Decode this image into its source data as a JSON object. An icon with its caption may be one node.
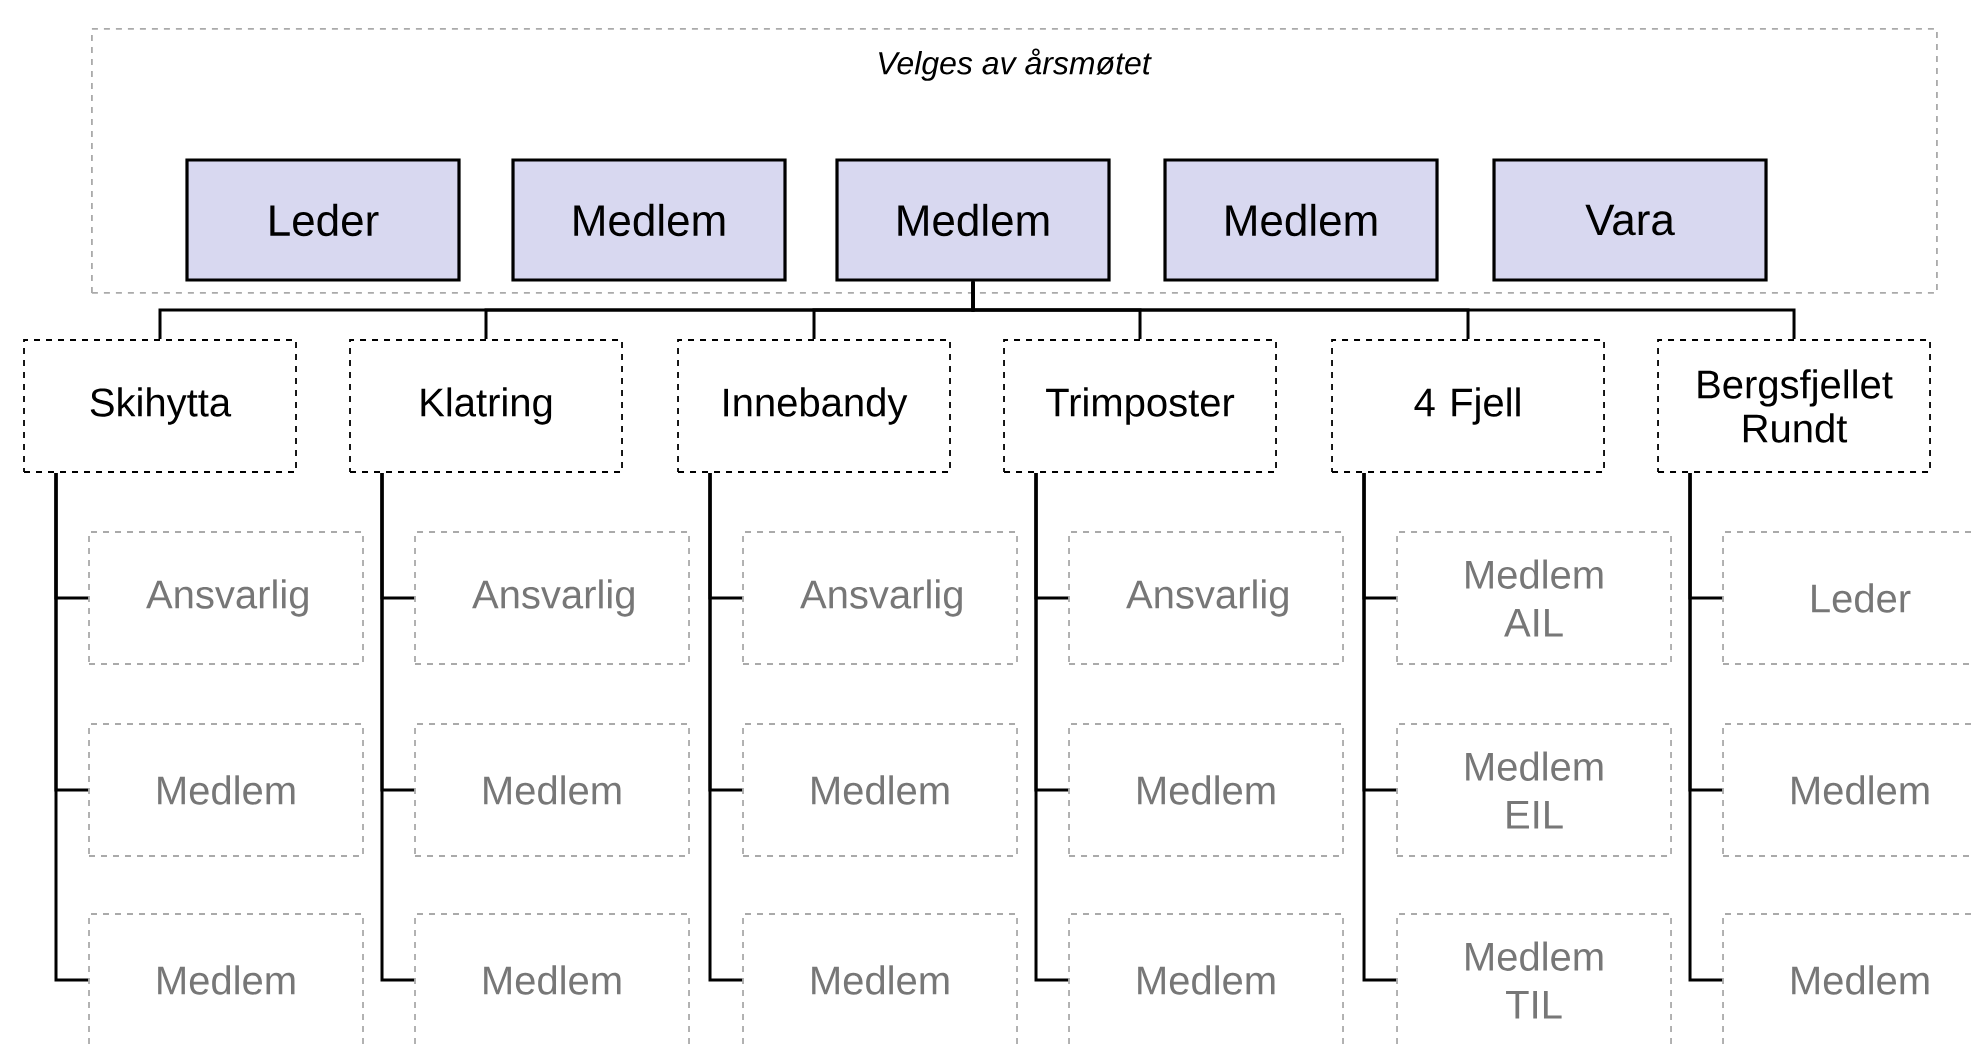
{
  "diagram": {
    "nodes": [
      {
        "text": [
          "Velges av årsmøtet"
        ]
      },
      {
        "text": [
          "Leder"
        ],
        "in": 0
      },
      {
        "text": [
          "Medlem"
        ],
        "in": 0
      },
      {
        "text": [
          "Medlem"
        ],
        "in": 0
      },
      {
        "text": [
          "Medlem"
        ],
        "in": 0
      },
      {
        "text": [
          "Vara"
        ],
        "in": 0
      },
      {
        "text": [
          "Skihytta"
        ]
      },
      {
        "text": [
          "Klatring"
        ]
      },
      {
        "text": [
          "Innebandy"
        ]
      },
      {
        "text": [
          "Trimposter"
        ]
      },
      {
        "text": [
          "4 Fjell"
        ]
      },
      {
        "text": [
          "Bergsfjellet Rundt"
        ]
      },
      {
        "text": [
          "Ansvarlig"
        ]
      },
      {
        "text": [
          "Medlem"
        ]
      },
      {
        "text": [
          "Medlem"
        ]
      },
      {
        "text": [
          "Ansvarlig"
        ]
      },
      {
        "text": [
          "Medlem"
        ]
      },
      {
        "text": [
          "Medlem"
        ]
      },
      {
        "text": [
          "Ansvarlig"
        ]
      },
      {
        "text": [
          "Medlem"
        ]
      },
      {
        "text": [
          "Medlem"
        ]
      },
      {
        "text": [
          "Ansvarlig"
        ]
      },
      {
        "text": [
          "Medlem"
        ]
      },
      {
        "text": [
          "Medlem"
        ]
      },
      {
        "text": [
          "Medlem AIL"
        ]
      },
      {
        "text": [
          "Medlem EIL"
        ]
      },
      {
        "text": [
          "Medlem TIL"
        ]
      },
      {
        "text": [
          "Leder"
        ]
      },
      {
        "text": [
          "Medlem"
        ]
      },
      {
        "text": [
          "Medlem"
        ]
      }
    ],
    "edges": [
      {
        "from": 3,
        "to": 6,
        "arrow": "none"
      },
      {
        "from": 3,
        "to": 7,
        "arrow": "none"
      },
      {
        "from": 3,
        "to": 8,
        "arrow": "none"
      },
      {
        "from": 3,
        "to": 9,
        "arrow": "none"
      },
      {
        "from": 3,
        "to": 10,
        "arrow": "none"
      },
      {
        "from": 3,
        "to": 11,
        "arrow": "none"
      },
      {
        "from": 6,
        "to": 12,
        "arrow": "none"
      },
      {
        "from": 6,
        "to": 13,
        "arrow": "none"
      },
      {
        "from": 6,
        "to": 14,
        "arrow": "none"
      },
      {
        "from": 7,
        "to": 15,
        "arrow": "none"
      },
      {
        "from": 7,
        "to": 16,
        "arrow": "none"
      },
      {
        "from": 7,
        "to": 17,
        "arrow": "none"
      },
      {
        "from": 8,
        "to": 18,
        "arrow": "none"
      },
      {
        "from": 8,
        "to": 19,
        "arrow": "none"
      },
      {
        "from": 8,
        "to": 20,
        "arrow": "none"
      },
      {
        "from": 9,
        "to": 21,
        "arrow": "none"
      },
      {
        "from": 9,
        "to": 22,
        "arrow": "none"
      },
      {
        "from": 9,
        "to": 23,
        "arrow": "none"
      },
      {
        "from": 10,
        "to": 24,
        "arrow": "none"
      },
      {
        "from": 10,
        "to": 25,
        "arrow": "none"
      },
      {
        "from": 10,
        "to": 26,
        "arrow": "none"
      },
      {
        "from": 11,
        "to": 27,
        "arrow": "none"
      },
      {
        "from": 11,
        "to": 28,
        "arrow": "none"
      },
      {
        "from": 11,
        "to": 29,
        "arrow": "none"
      }
    ]
  }
}
